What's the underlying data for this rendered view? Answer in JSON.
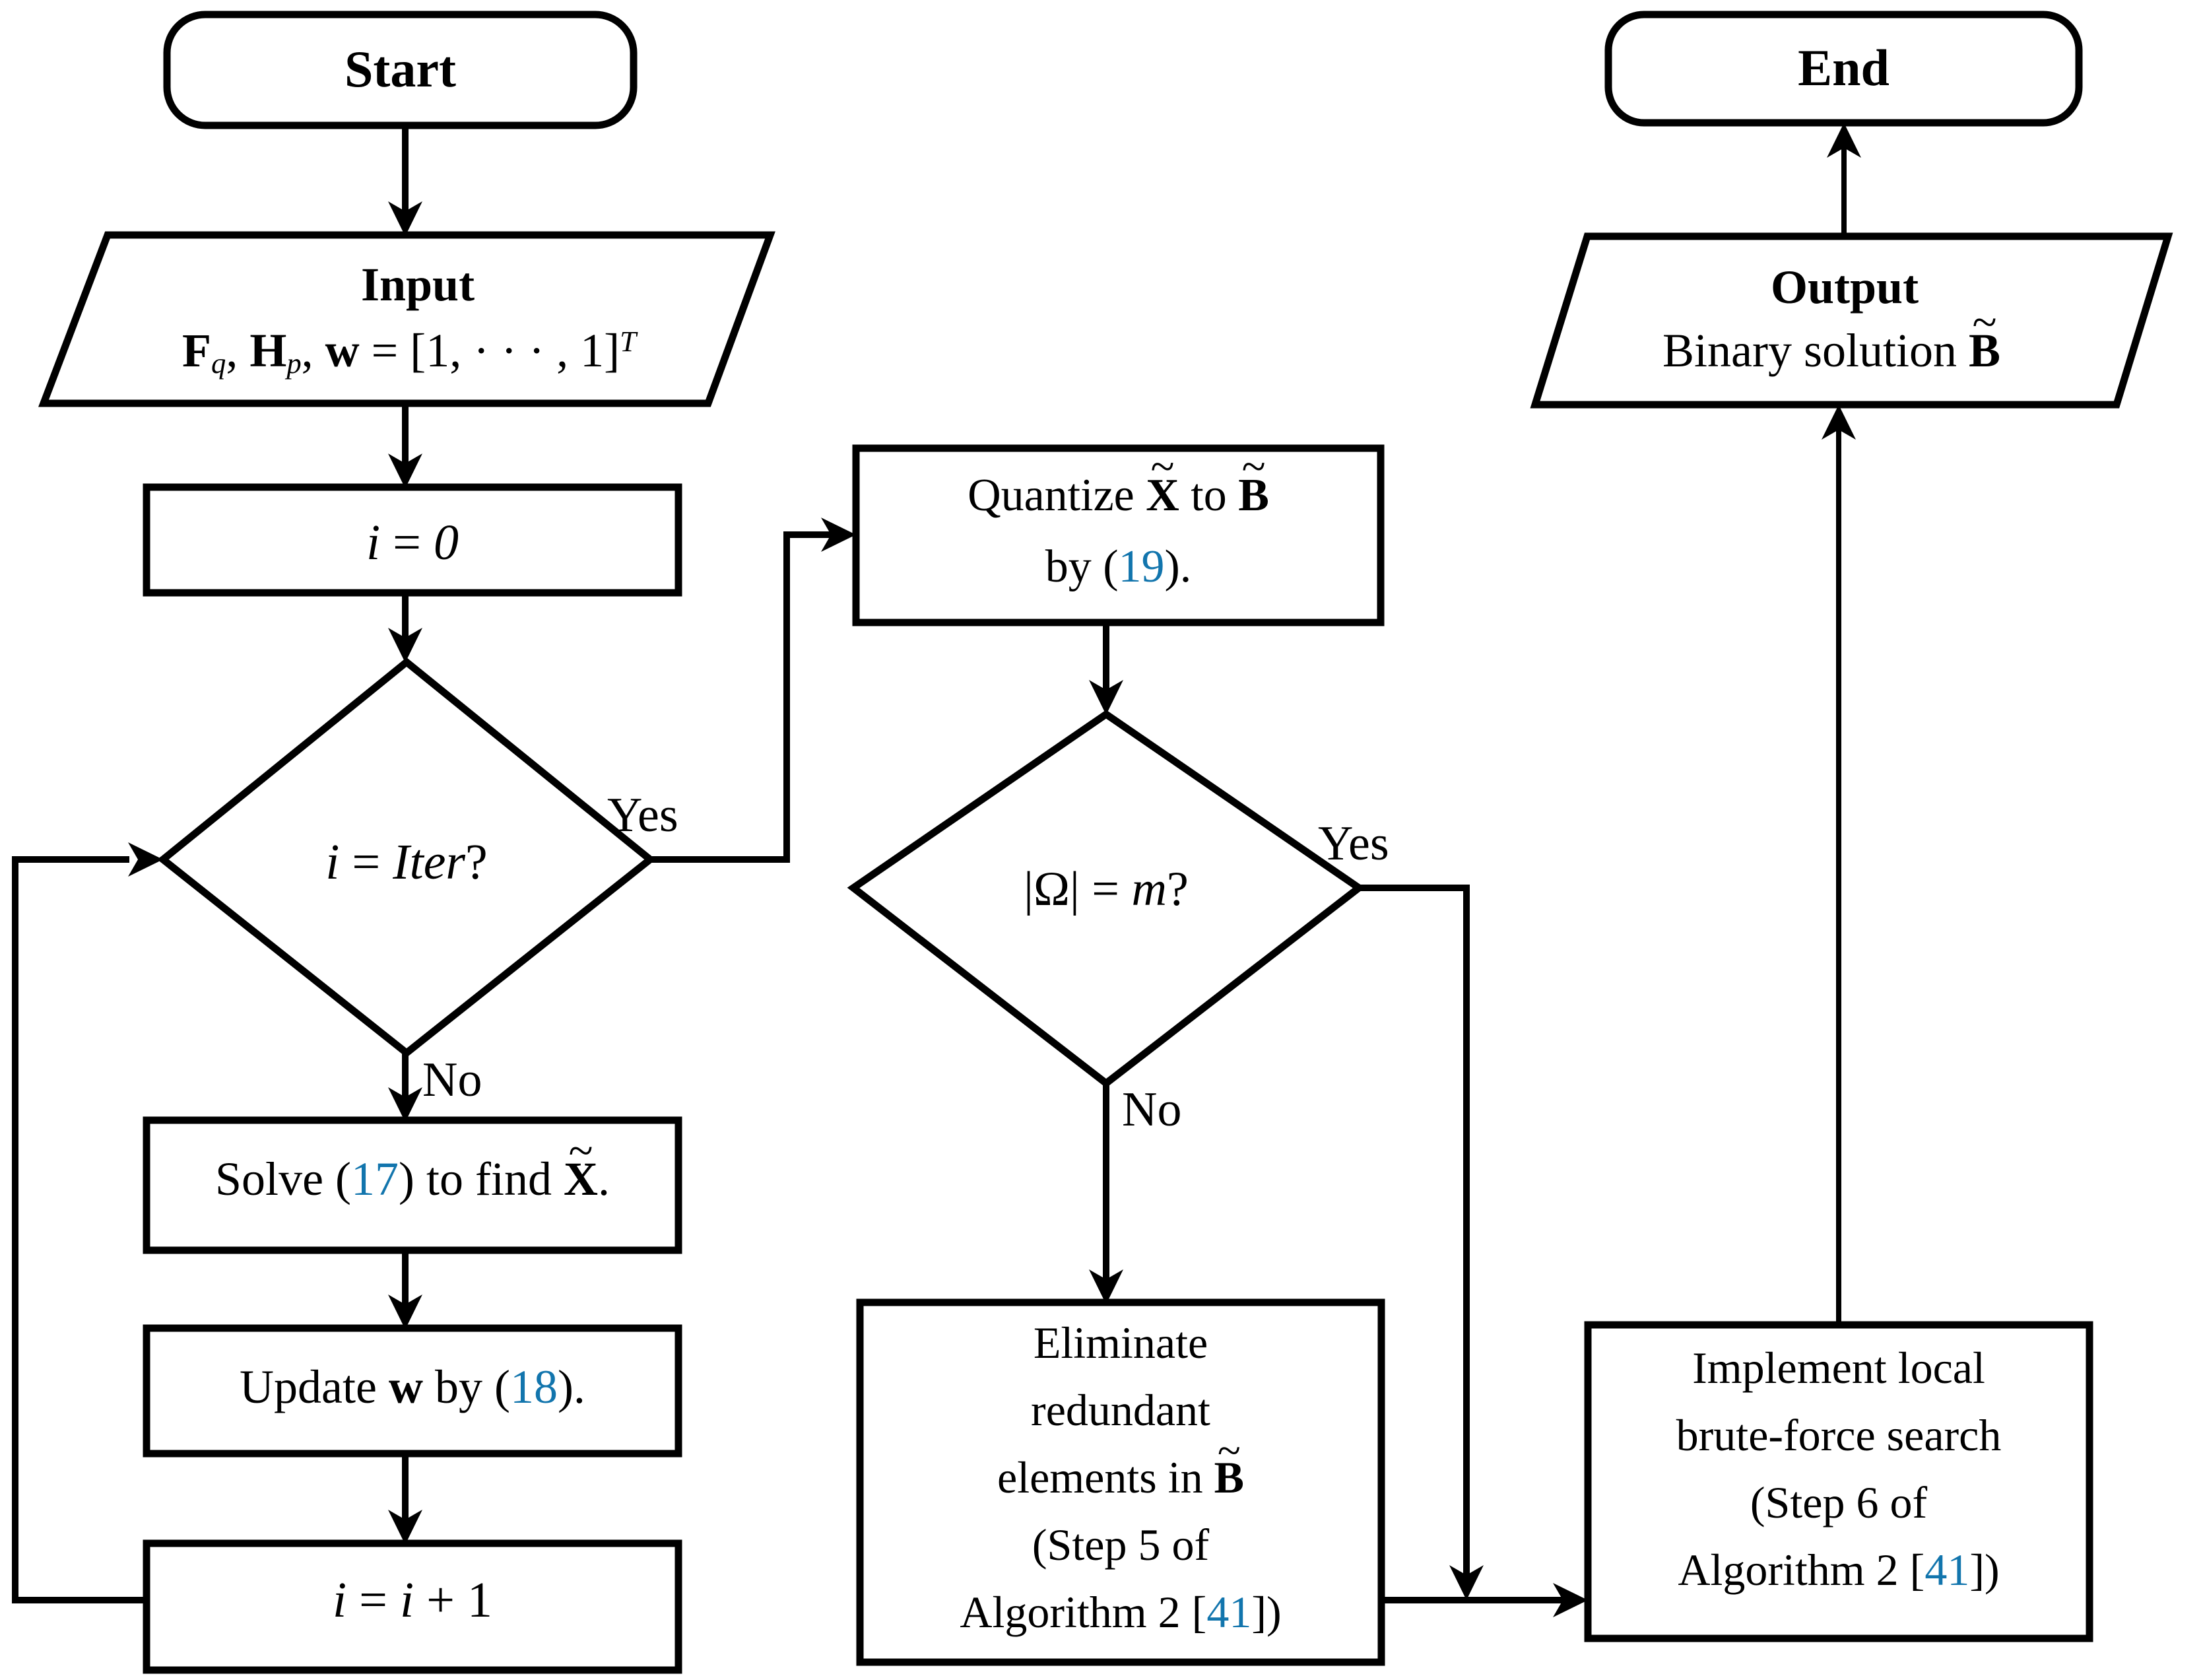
{
  "diagram": {
    "title": "Flowchart of the proposed binary solution algorithm",
    "accent_citation_color": "#1275AD",
    "line_color": "#000000",
    "background_color": "#ffffff"
  },
  "nodes": {
    "start": {
      "shape": "rounded-terminal",
      "label": "Start"
    },
    "input": {
      "shape": "parallelogram",
      "line1": "Input",
      "line2_prefix_F": "F",
      "line2_sub_q": "q",
      "line2_sep1": ", ",
      "line2_prefix_H": "H",
      "line2_sub_p": "p",
      "line2_sep2": ", ",
      "line2_w": "w",
      "line2_rest": " = [1, · · · , 1]",
      "line2_sup_T": "T"
    },
    "init": {
      "shape": "process",
      "lhs": "i",
      "op": " = ",
      "rhs": "0"
    },
    "decision_iter": {
      "shape": "decision",
      "lhs": "i",
      "op": " = ",
      "rhs": "Iter",
      "q": "?",
      "yes_label": "Yes",
      "no_label": "No"
    },
    "solve": {
      "shape": "process",
      "text_before": "Solve (",
      "citation": "17",
      "text_middle": ") to find ",
      "symbol": "X",
      "text_after": "."
    },
    "update": {
      "shape": "process",
      "text_before": "Update ",
      "symbol": "w",
      "text_middle": " by (",
      "citation": "18",
      "text_after": ")."
    },
    "increment": {
      "shape": "process",
      "lhs": "i",
      "op": " = ",
      "rhs": "i",
      "plus": " + 1"
    },
    "quantize": {
      "shape": "process",
      "line1_before": "Quantize ",
      "line1_sym1": "X",
      "line1_middle": " to ",
      "line1_sym2": "B",
      "line2_before": "by (",
      "line2_citation": "19",
      "line2_after": ")."
    },
    "decision_omega": {
      "shape": "decision",
      "lhs": "|Ω|",
      "op": " = ",
      "rhs": "m",
      "q": "?",
      "yes_label": "Yes",
      "no_label": "No"
    },
    "eliminate": {
      "shape": "process",
      "line1": "Eliminate",
      "line2": "redundant",
      "line3_before": "elements in ",
      "line3_symbol": "B",
      "line4": "(Step 5 of",
      "line5_before": "Algorithm 2 [",
      "line5_citation": "41",
      "line5_after": "])"
    },
    "brute_force": {
      "shape": "process",
      "line1": "Implement local",
      "line2": "brute-force search",
      "line3": "(Step 6 of",
      "line4_before": "Algorithm 2 [",
      "line4_citation": "41",
      "line4_after": "])"
    },
    "output": {
      "shape": "parallelogram",
      "line1": "Output",
      "line2_before": "Binary solution ",
      "line2_symbol": "B"
    },
    "end": {
      "shape": "rounded-terminal",
      "label": "End"
    }
  },
  "edges": [
    {
      "from": "start",
      "to": "input",
      "label": ""
    },
    {
      "from": "input",
      "to": "init",
      "label": ""
    },
    {
      "from": "init",
      "to": "decision_iter",
      "label": ""
    },
    {
      "from": "decision_iter",
      "to": "quantize",
      "label": "Yes"
    },
    {
      "from": "decision_iter",
      "to": "solve",
      "label": "No"
    },
    {
      "from": "solve",
      "to": "update",
      "label": ""
    },
    {
      "from": "update",
      "to": "increment",
      "label": ""
    },
    {
      "from": "increment",
      "to": "decision_iter",
      "label": ""
    },
    {
      "from": "quantize",
      "to": "decision_omega",
      "label": ""
    },
    {
      "from": "decision_omega",
      "to": "brute_force",
      "label": "Yes"
    },
    {
      "from": "decision_omega",
      "to": "eliminate",
      "label": "No"
    },
    {
      "from": "eliminate",
      "to": "brute_force",
      "label": ""
    },
    {
      "from": "brute_force",
      "to": "output",
      "label": ""
    },
    {
      "from": "output",
      "to": "end",
      "label": ""
    }
  ]
}
